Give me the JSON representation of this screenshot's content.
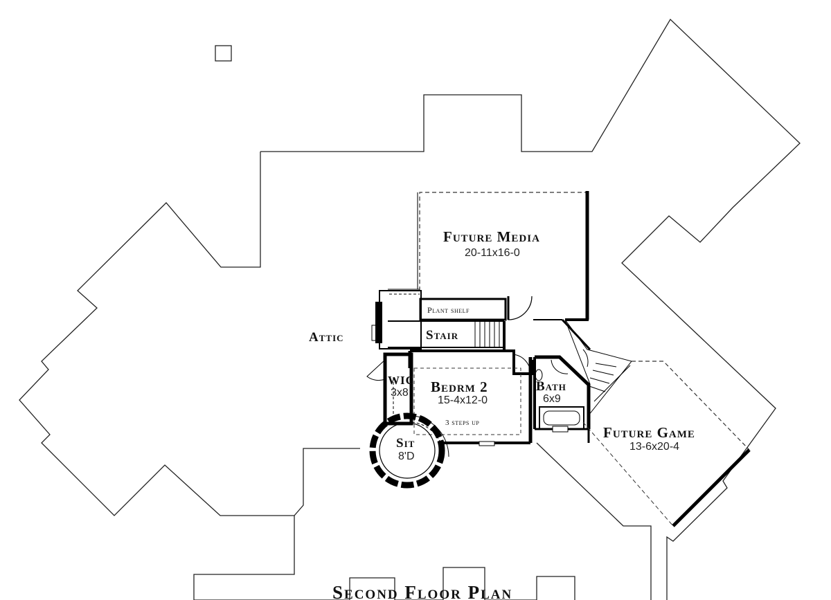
{
  "plan": {
    "title": "Second Floor Plan",
    "rooms": {
      "future_media": {
        "name": "Future Media",
        "size": "20-11x16-0"
      },
      "stair": {
        "name": "Stair"
      },
      "plant_shelf": {
        "name": "Plant shelf"
      },
      "attic": {
        "name": "Attic"
      },
      "wic": {
        "name": "WIC",
        "size": "3x8"
      },
      "bedroom_2": {
        "name": "Bedrm 2",
        "size": "15-4x12-0",
        "note": "3 steps up"
      },
      "bath": {
        "name": "Bath",
        "size": "6x9"
      },
      "sit": {
        "name": "Sit",
        "size": "8'D"
      },
      "future_game": {
        "name": "Future Game",
        "size": "13-6x20-4"
      }
    }
  },
  "colors": {
    "line": "#111111",
    "wall": "#000000",
    "background": "#ffffff"
  }
}
